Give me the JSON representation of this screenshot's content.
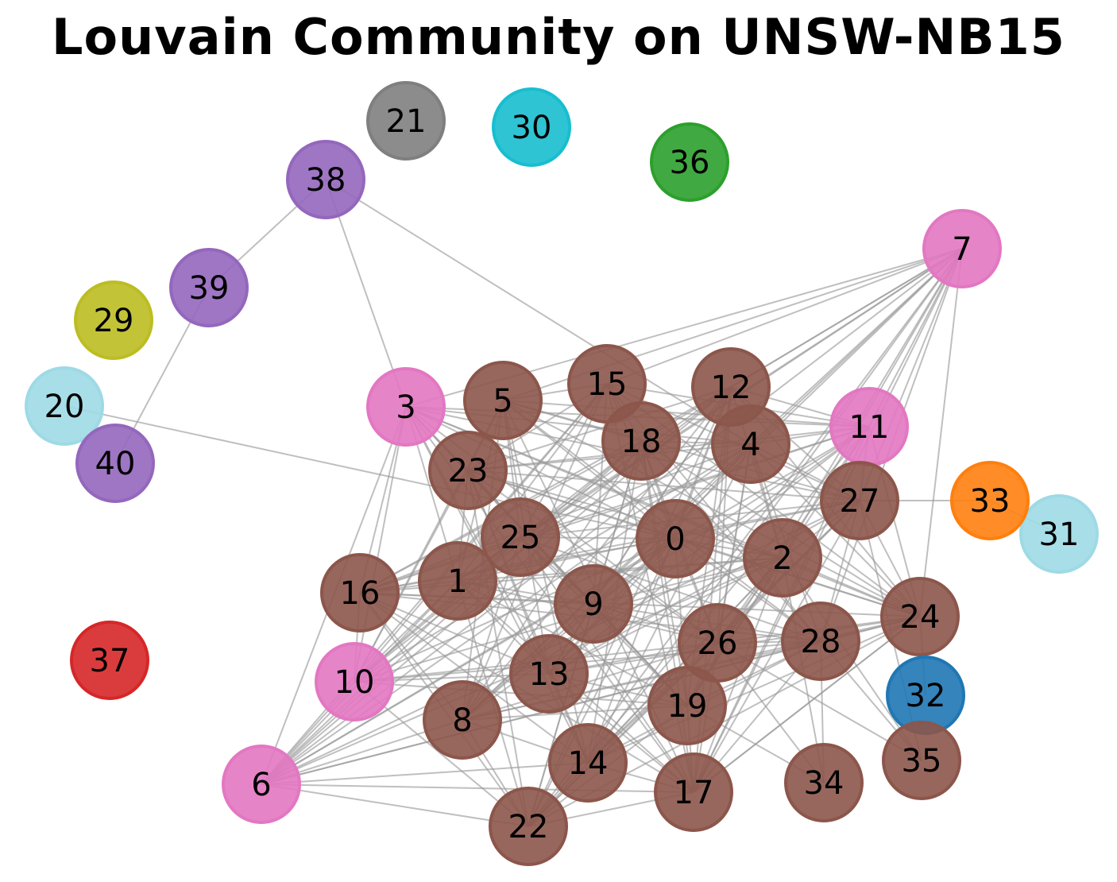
{
  "title": "Louvain Community on UNSW-NB15",
  "colors": {
    "brown": "#8c564b",
    "pink": "#e377c2",
    "purple": "#9467bd",
    "gray": "#7f7f7f",
    "cyan": "#17becf",
    "green": "#2ca02c",
    "olive": "#bcbd22",
    "lightblue": "#9edae5",
    "orange": "#ff7f0e",
    "blue": "#1f77b4",
    "red": "#d62728",
    "edge": "#999999"
  },
  "nodes": [
    {
      "id": "0",
      "community": "brown"
    },
    {
      "id": "1",
      "community": "brown"
    },
    {
      "id": "2",
      "community": "brown"
    },
    {
      "id": "3",
      "community": "pink"
    },
    {
      "id": "4",
      "community": "brown"
    },
    {
      "id": "5",
      "community": "brown"
    },
    {
      "id": "6",
      "community": "pink"
    },
    {
      "id": "7",
      "community": "pink"
    },
    {
      "id": "8",
      "community": "brown"
    },
    {
      "id": "9",
      "community": "brown"
    },
    {
      "id": "10",
      "community": "pink"
    },
    {
      "id": "11",
      "community": "pink"
    },
    {
      "id": "12",
      "community": "brown"
    },
    {
      "id": "13",
      "community": "brown"
    },
    {
      "id": "14",
      "community": "brown"
    },
    {
      "id": "15",
      "community": "brown"
    },
    {
      "id": "16",
      "community": "brown"
    },
    {
      "id": "17",
      "community": "brown"
    },
    {
      "id": "18",
      "community": "brown"
    },
    {
      "id": "19",
      "community": "brown"
    },
    {
      "id": "20",
      "community": "lightblue"
    },
    {
      "id": "21",
      "community": "gray"
    },
    {
      "id": "22",
      "community": "brown"
    },
    {
      "id": "23",
      "community": "brown"
    },
    {
      "id": "24",
      "community": "brown"
    },
    {
      "id": "25",
      "community": "brown"
    },
    {
      "id": "26",
      "community": "brown"
    },
    {
      "id": "27",
      "community": "brown"
    },
    {
      "id": "28",
      "community": "brown"
    },
    {
      "id": "29",
      "community": "olive"
    },
    {
      "id": "30",
      "community": "cyan"
    },
    {
      "id": "31",
      "community": "lightblue"
    },
    {
      "id": "32",
      "community": "blue"
    },
    {
      "id": "33",
      "community": "orange"
    },
    {
      "id": "34",
      "community": "brown"
    },
    {
      "id": "35",
      "community": "brown"
    },
    {
      "id": "36",
      "community": "green"
    },
    {
      "id": "37",
      "community": "red"
    },
    {
      "id": "38",
      "community": "purple"
    },
    {
      "id": "39",
      "community": "purple"
    },
    {
      "id": "40",
      "community": "purple"
    }
  ],
  "dense_cluster": [
    "0",
    "1",
    "2",
    "3",
    "4",
    "5",
    "6",
    "7",
    "8",
    "9",
    "10",
    "11",
    "12",
    "13",
    "14",
    "15",
    "16",
    "17",
    "18",
    "19",
    "22",
    "23",
    "24",
    "25",
    "26",
    "27",
    "28"
  ],
  "extra_edges": [
    [
      "38",
      "39"
    ],
    [
      "39",
      "40"
    ],
    [
      "38",
      "3"
    ],
    [
      "38",
      "4"
    ],
    [
      "20",
      "0"
    ],
    [
      "33",
      "31"
    ],
    [
      "33",
      "27"
    ],
    [
      "24",
      "32"
    ],
    [
      "28",
      "35"
    ],
    [
      "26",
      "35"
    ],
    [
      "2",
      "35"
    ],
    [
      "27",
      "35"
    ],
    [
      "26",
      "34"
    ],
    [
      "28",
      "34"
    ],
    [
      "2",
      "34"
    ],
    [
      "19",
      "34"
    ],
    [
      "0",
      "24"
    ],
    [
      "11",
      "24"
    ],
    [
      "17",
      "24"
    ]
  ]
}
